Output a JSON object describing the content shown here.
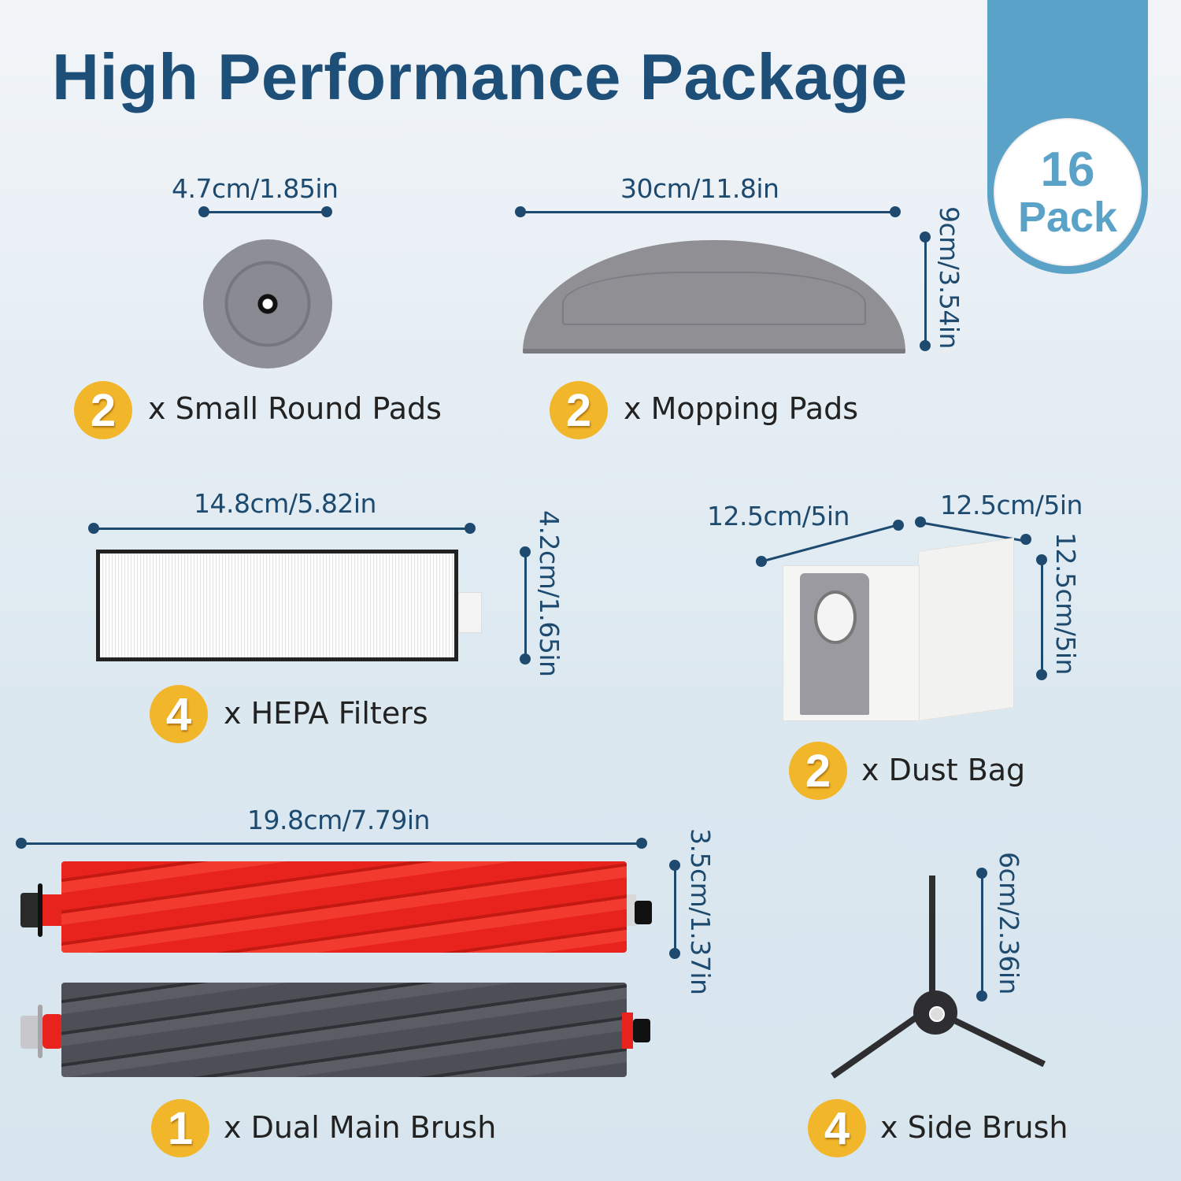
{
  "header": {
    "title": "High Performance Package"
  },
  "pack_badge": {
    "number": "16",
    "label": "Pack",
    "color": "#5aa2c7"
  },
  "colors": {
    "title": "#1d4f79",
    "dimension": "#1d4a6e",
    "quantity_badge": "#f2b62a",
    "label_text": "#222222"
  },
  "items": [
    {
      "name": "Small Round Pads",
      "quantity": "2",
      "label": "x Small Round Pads",
      "dimensions": {
        "width": "4.7cm/1.85in"
      }
    },
    {
      "name": "Mopping Pads",
      "quantity": "2",
      "label": "x Mopping Pads",
      "dimensions": {
        "width": "30cm/11.8in",
        "height": "9cm/3.54in"
      }
    },
    {
      "name": "HEPA Filters",
      "quantity": "4",
      "label": "x HEPA Filters",
      "dimensions": {
        "width": "14.8cm/5.82in",
        "height": "4.2cm/1.65in"
      }
    },
    {
      "name": "Dust Bag",
      "quantity": "2",
      "label": "x Dust Bag",
      "dimensions": {
        "depth": "12.5cm/5in",
        "width": "12.5cm/5in",
        "height": "12.5cm/5in"
      }
    },
    {
      "name": "Dual Main Brush",
      "quantity": "1",
      "label": "x Dual Main Brush",
      "dimensions": {
        "width": "19.8cm/7.79in",
        "height": "3.5cm/1.37in"
      }
    },
    {
      "name": "Side Brush",
      "quantity": "4",
      "label": "x Side Brush",
      "dimensions": {
        "height": "6cm/2.36in"
      }
    }
  ]
}
